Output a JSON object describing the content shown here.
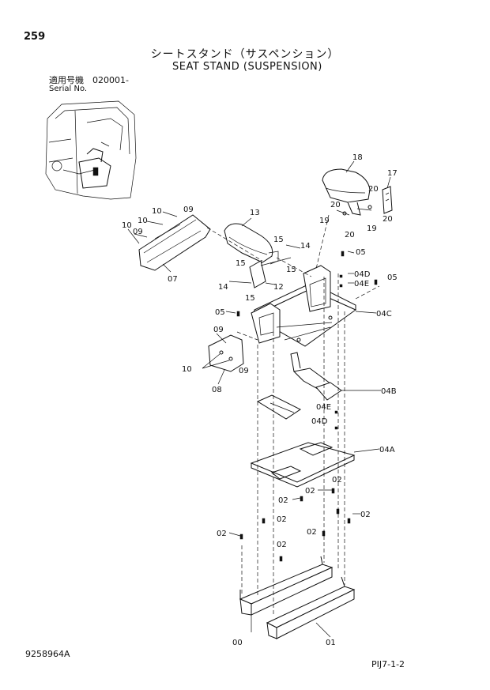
{
  "header": {
    "page_number": "259",
    "title_jp": "シートスタンド（サスペンション）",
    "title_en": "SEAT STAND (SUSPENSION)",
    "serial_label_jp": "適用号機　020001-",
    "serial_label_en": "Serial No."
  },
  "footer": {
    "document_number": "9258964A",
    "page_code": "PIJ7-1-2"
  },
  "callouts": {
    "c18": "18",
    "c17": "17",
    "c20a": "20",
    "c20b": "20",
    "c20c": "20",
    "c20d": "20",
    "c19a": "19",
    "c19b": "19",
    "c13": "13",
    "c10a": "10",
    "c09a": "09",
    "c10b": "10",
    "c10c": "10",
    "c09b": "09",
    "c07": "07",
    "c15a": "15",
    "c14a": "14",
    "c15b": "15",
    "c15c": "15",
    "c14b": "14",
    "c12": "12",
    "c15d": "15",
    "c05a": "05",
    "c04d_a": "04D",
    "c04e_a": "04E",
    "c05b": "05",
    "c05c": "05",
    "c04c": "04C",
    "c09c": "09",
    "c10d": "10",
    "c09d": "09",
    "c08": "08",
    "c04b": "04B",
    "c04e_b": "04E",
    "c04d_b": "04D",
    "c04a": "04A",
    "c02a": "02",
    "c02b": "02",
    "c02c": "02",
    "c02d": "02",
    "c02e": "02",
    "c02f": "02",
    "c02g": "02",
    "c02h": "02",
    "c00": "00",
    "c01": "01"
  }
}
